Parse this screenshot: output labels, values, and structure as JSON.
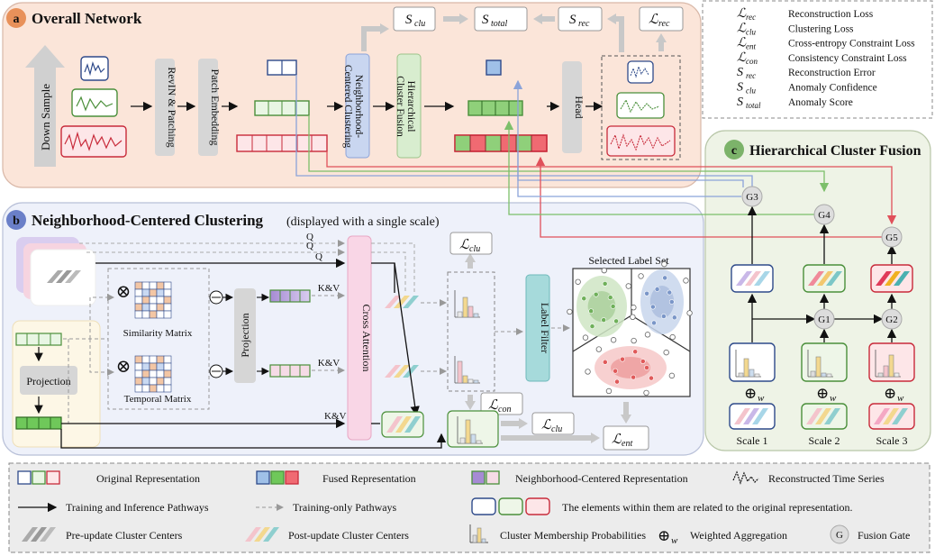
{
  "panel_a": {
    "badge": "a",
    "title": "Overall Network"
  },
  "panel_b": {
    "badge": "b",
    "title": "Neighborhood-Centered Clustering",
    "subtitle": "(displayed with a single scale)"
  },
  "panel_c": {
    "badge": "c",
    "title": "Hierarchical Cluster Fusion"
  },
  "blocks": {
    "down_sample": "Down Sample",
    "revin": "RevIN & Patching",
    "patch_embedding": "Patch Embedding",
    "ncc": "Neighborhood-Centered Clustering",
    "hcf": "Hierarchical Cluster Fusion",
    "head": "Head",
    "projection_left": "Projection",
    "projection_mid": "Projection",
    "cross_attention": "Cross Attention",
    "label_filter": "Label Filter",
    "similarity_matrix": "Similarity Matrix",
    "temporal_matrix": "Temporal Matrix",
    "selected_label_set": "Selected Label Set"
  },
  "scores": {
    "s_clu": "S",
    "s_clu_sub": "clu",
    "s_total": "S",
    "s_total_sub": "total",
    "s_rec": "S",
    "s_rec_sub": "rec",
    "l_rec": "ℒ",
    "l_rec_sub": "rec"
  },
  "losses_b": {
    "l_clu_top": "clu",
    "l_con": "con",
    "l_clu_bot": "clu",
    "l_ent": "ent"
  },
  "arrow_labels": {
    "q": "Q",
    "kv1": "K&V",
    "kv2": "K&V",
    "kv3": "K&V"
  },
  "legend_top": [
    {
      "sym": "ℒ",
      "sub": "rec",
      "desc": "Reconstruction Loss"
    },
    {
      "sym": "ℒ",
      "sub": "clu",
      "desc": "Clustering Loss"
    },
    {
      "sym": "ℒ",
      "sub": "ent",
      "desc": "Cross-entropy Constraint Loss"
    },
    {
      "sym": "ℒ",
      "sub": "con",
      "desc": "Consistency Constraint Loss"
    },
    {
      "sym": "S",
      "sub": "rec",
      "desc": "Reconstruction Error"
    },
    {
      "sym": "S",
      "sub": "clu",
      "desc": "Anomaly Confidence"
    },
    {
      "sym": "S",
      "sub": "total",
      "desc": "Anomaly Score"
    }
  ],
  "gates": [
    "G3",
    "G4",
    "G5",
    "G1",
    "G2"
  ],
  "scales": [
    "Scale 1",
    "Scale 2",
    "Scale 3"
  ],
  "weighted_sym": "⊕",
  "weighted_sub": "w",
  "legend_bottom": {
    "original": "Original Representation",
    "fused": "Fused Representation",
    "neighborhood": "Neighborhood-Centered Representation",
    "reconstructed": "Reconstructed Time Series",
    "train_infer": "Training and Inference Pathways",
    "train_only": "Training-only Pathways",
    "related": "The elements within them are related to the original representation.",
    "pre_update": "Pre-update Cluster Centers",
    "post_update": "Post-update Cluster Centers",
    "membership": "Cluster Membership Probabilities",
    "weighted": "Weighted Aggregation",
    "fusion_gate": "Fusion Gate",
    "gate_symbol": "G"
  },
  "colors": {
    "panel_a_bg": "#fbe5d9",
    "panel_b_bg": "#eef1fa",
    "panel_c_bg": "#eef3e6",
    "blue": "#2e4a8a",
    "green": "#4a8f3a",
    "red": "#c82a3a"
  }
}
